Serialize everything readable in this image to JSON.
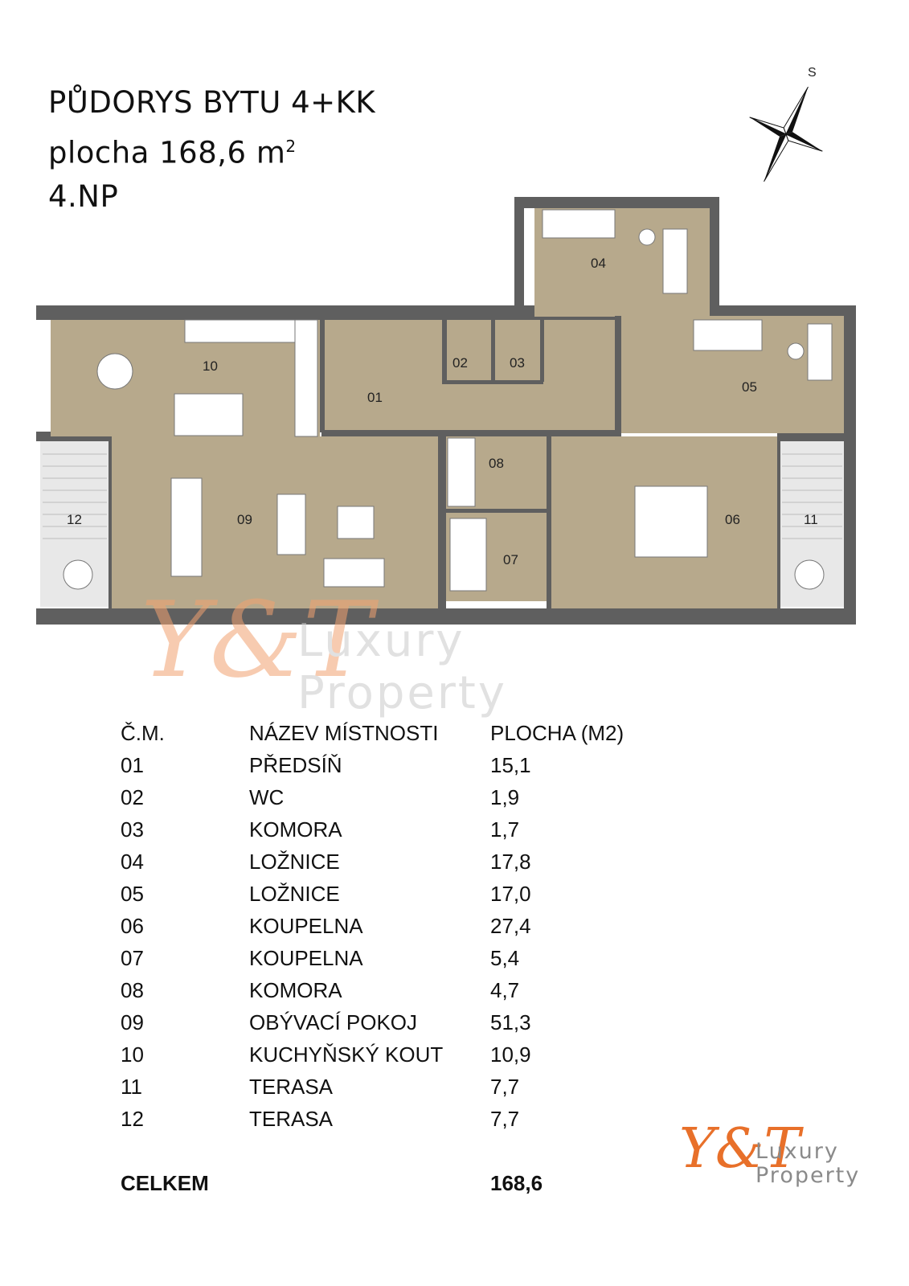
{
  "title": {
    "line1": "PŮDORYS BYTU 4+KK",
    "line2_prefix": "plocha 168,6 m",
    "line2_sup": "2",
    "line3": "4.NP"
  },
  "compass": {
    "north_label": "S"
  },
  "plan": {
    "room_labels": [
      "01",
      "02",
      "03",
      "04",
      "05",
      "06",
      "07",
      "08",
      "09",
      "10",
      "11",
      "12"
    ],
    "colors": {
      "floor": "#b7a98c",
      "terrace": "#e6e6e6",
      "wall": "#5f5f5f"
    }
  },
  "watermark": {
    "monogram": "Y&T",
    "word1": "Luxury",
    "word2": "Property"
  },
  "table": {
    "headers": [
      "Č.M.",
      "NÁZEV MÍSTNOSTI",
      "PLOCHA (M2)"
    ],
    "rows": [
      [
        "01",
        "PŘEDSÍŇ",
        "15,1"
      ],
      [
        "02",
        "WC",
        "1,9"
      ],
      [
        "03",
        "KOMORA",
        "1,7"
      ],
      [
        "04",
        "LOŽNICE",
        "17,8"
      ],
      [
        "05",
        "LOŽNICE",
        "17,0"
      ],
      [
        "06",
        "KOUPELNA",
        "27,4"
      ],
      [
        "07",
        "KOUPELNA",
        "5,4"
      ],
      [
        "08",
        "KOMORA",
        "4,7"
      ],
      [
        "09",
        "OBÝVACÍ POKOJ",
        "51,3"
      ],
      [
        "10",
        "KUCHYŇSKÝ KOUT",
        "10,9"
      ],
      [
        "11",
        "TERASA",
        "7,7"
      ],
      [
        "12",
        "TERASA",
        "7,7"
      ]
    ],
    "total_label": "CELKEM",
    "total_value": "168,6"
  },
  "logo": {
    "monogram": "Y&T",
    "word1": "Luxury",
    "word2": "Property",
    "accent": "#e8702a"
  }
}
